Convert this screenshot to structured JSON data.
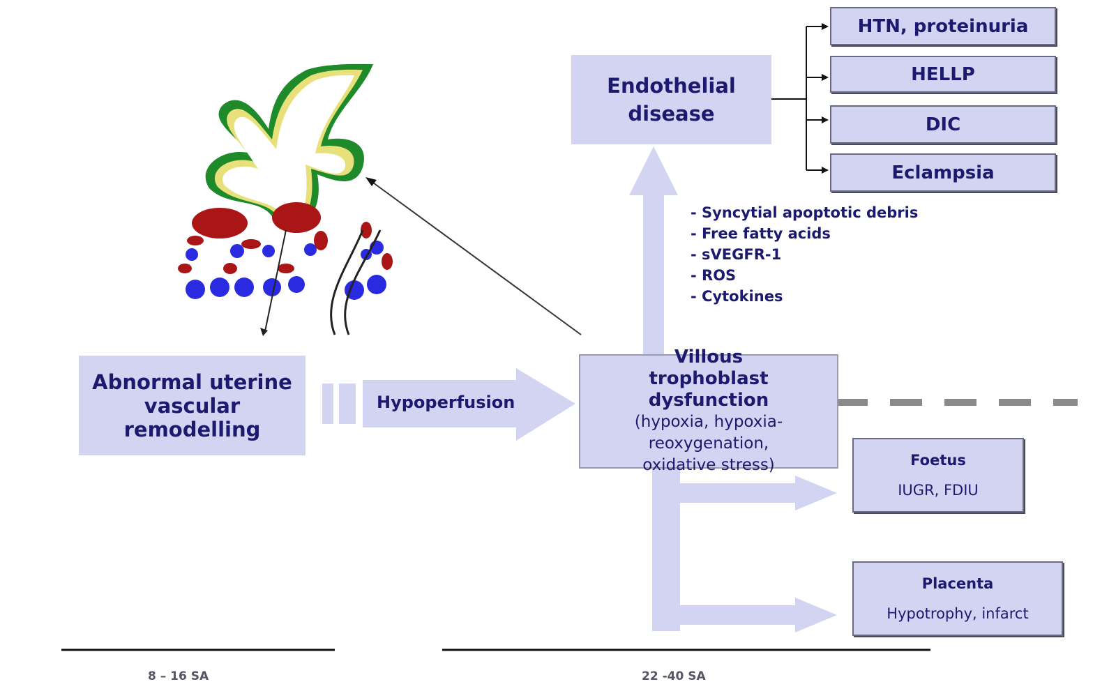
{
  "boxes": {
    "abnormal": "Abnormal uterine vascular remodelling",
    "endothelial": "Endothelial disease",
    "villous_title": "Villous trophoblast dysfunction",
    "villous_detail": "(hypoxia, hypoxia-reoxygenation, oxidative stress)",
    "foetus_title": "Foetus",
    "foetus_detail": "IUGR, FDIU",
    "placenta_title": "Placenta",
    "placenta_detail": "Hypotrophy, infarct"
  },
  "outcomes": [
    "HTN, proteinuria",
    "HELLP",
    "DIC",
    "Eclampsia"
  ],
  "arrow_labels": {
    "hypoperfusion": "Hypoperfusion"
  },
  "mediators": [
    "- Syncytial apoptotic debris",
    "- Free fatty acids",
    "- sVEGFR-1",
    "- ROS",
    "- Cytokines"
  ],
  "timeline": {
    "early": "8 – 16 SA",
    "late": "22 -40 SA"
  },
  "colors": {
    "box_fill": "#d3d3f2",
    "text": "#1b1a6e",
    "dash": "#8a8a8a"
  },
  "illustration": {
    "description_icon": "placental-villus-illustration"
  }
}
